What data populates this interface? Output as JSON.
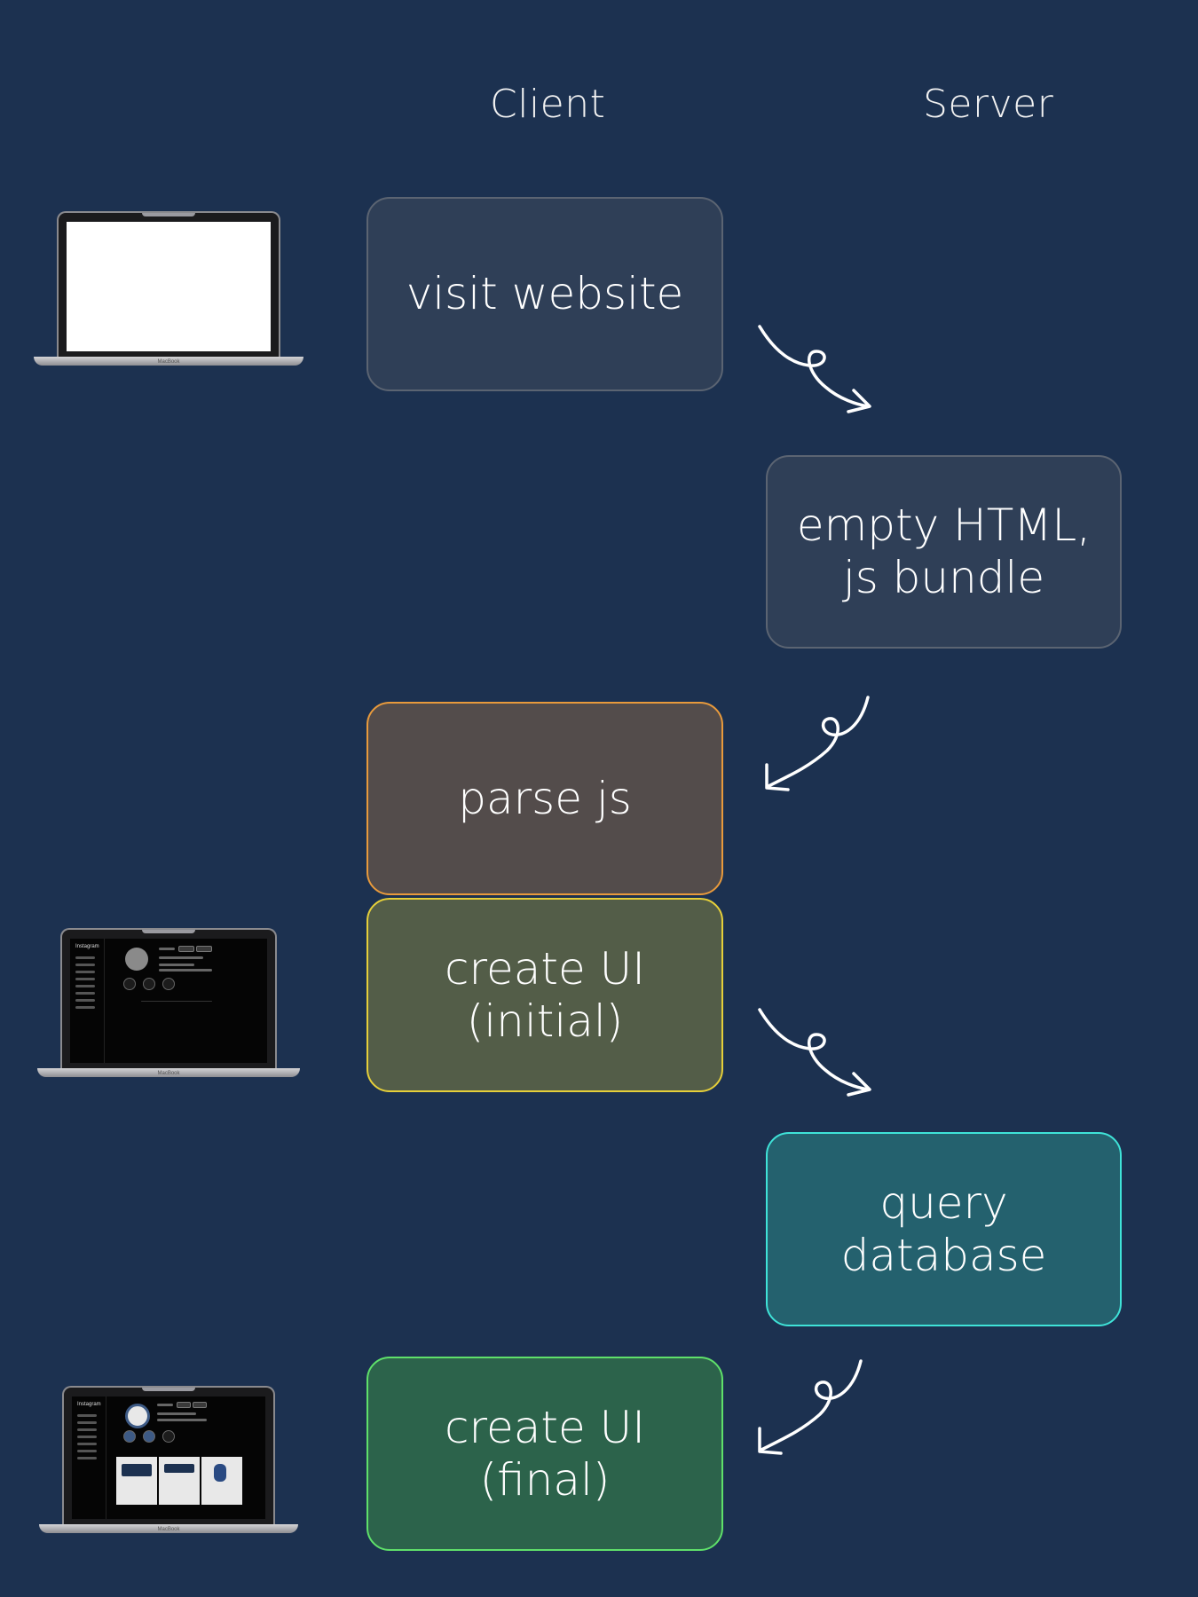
{
  "headers": {
    "client": "Client",
    "server": "Server"
  },
  "steps": {
    "visit": "visit website",
    "empty": "empty HTML,\njs bundle",
    "parse": "parse js",
    "initial": "create UI\n(initial)",
    "query": "query\ndatabase",
    "final": "create UI\n(final)"
  },
  "laptop": {
    "brand": "MacBook",
    "app_logo": "Instagram"
  },
  "colors": {
    "background": "#1c3150",
    "neutral_border": "#5b6472",
    "parse_border": "#e89a3c",
    "initial_border": "#e5cf3a",
    "query_border": "#3fe3d8",
    "final_border": "#5fe06a"
  }
}
